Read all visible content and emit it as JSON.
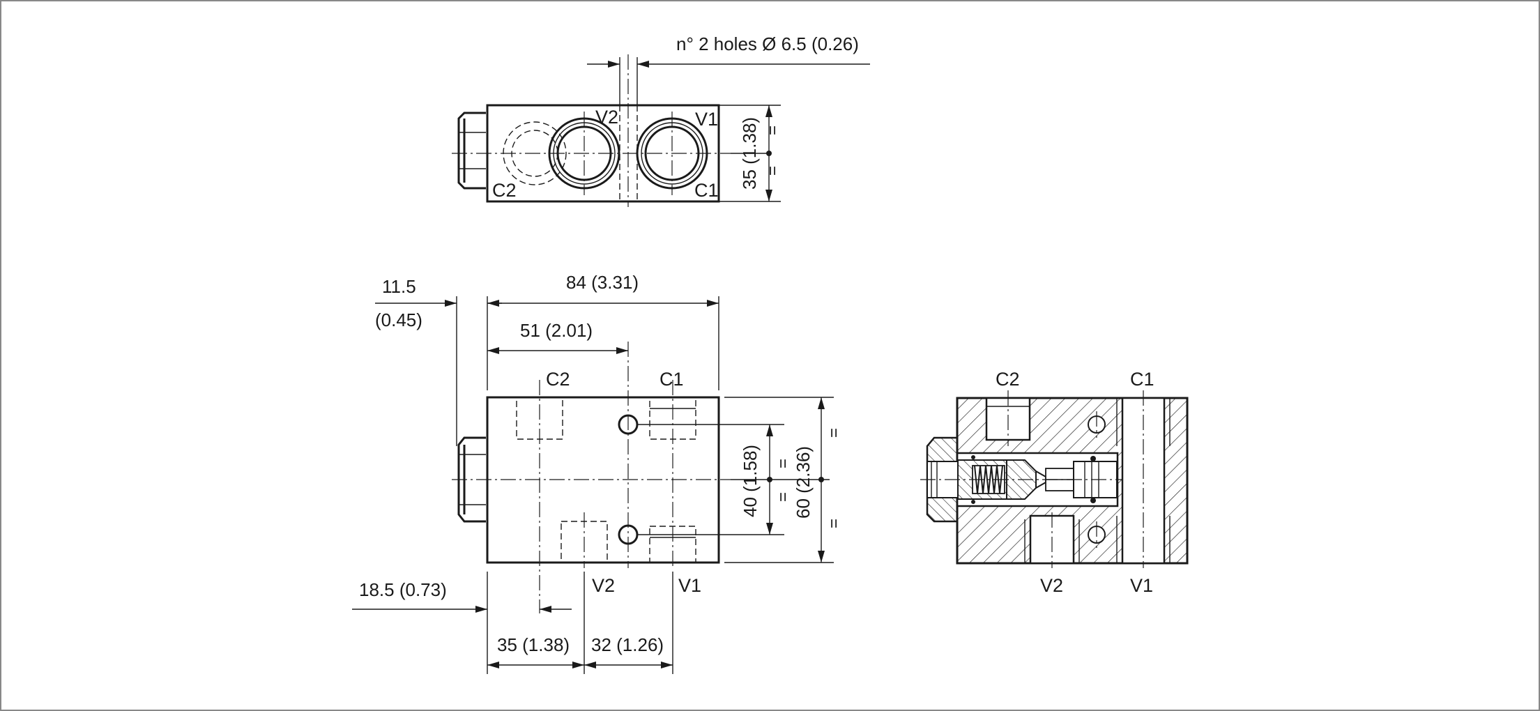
{
  "colors": {
    "line": "#1a1a1a",
    "background": "#ffffff",
    "frame": "#888888"
  },
  "top_view": {
    "holes_note": "n° 2 holes Ø 6.5 (0.26)",
    "ports": {
      "v2": "V2",
      "v1": "V1",
      "c2": "C2",
      "c1": "C1"
    },
    "height_dim": "35 (1.38)",
    "equal_sign": "="
  },
  "front_view": {
    "dim_nut_a": "11.5",
    "dim_nut_b": "(0.45)",
    "dim_length": "84 (3.31)",
    "dim_hole_x": "51 (2.01)",
    "ports": {
      "c2": "C2",
      "c1": "C1",
      "v2": "V2",
      "v1": "V1"
    },
    "dim_hole_spacing": "40 (1.58)",
    "dim_height": "60 (2.36)",
    "dim_port_offset": "18.5 (0.73)",
    "dim_c2_v2": "35 (1.38)",
    "dim_v2_v1": "32 (1.26)",
    "equal_sign": "="
  },
  "section_view": {
    "ports": {
      "c2": "C2",
      "c1": "C1",
      "v2": "V2",
      "v1": "V1"
    }
  }
}
